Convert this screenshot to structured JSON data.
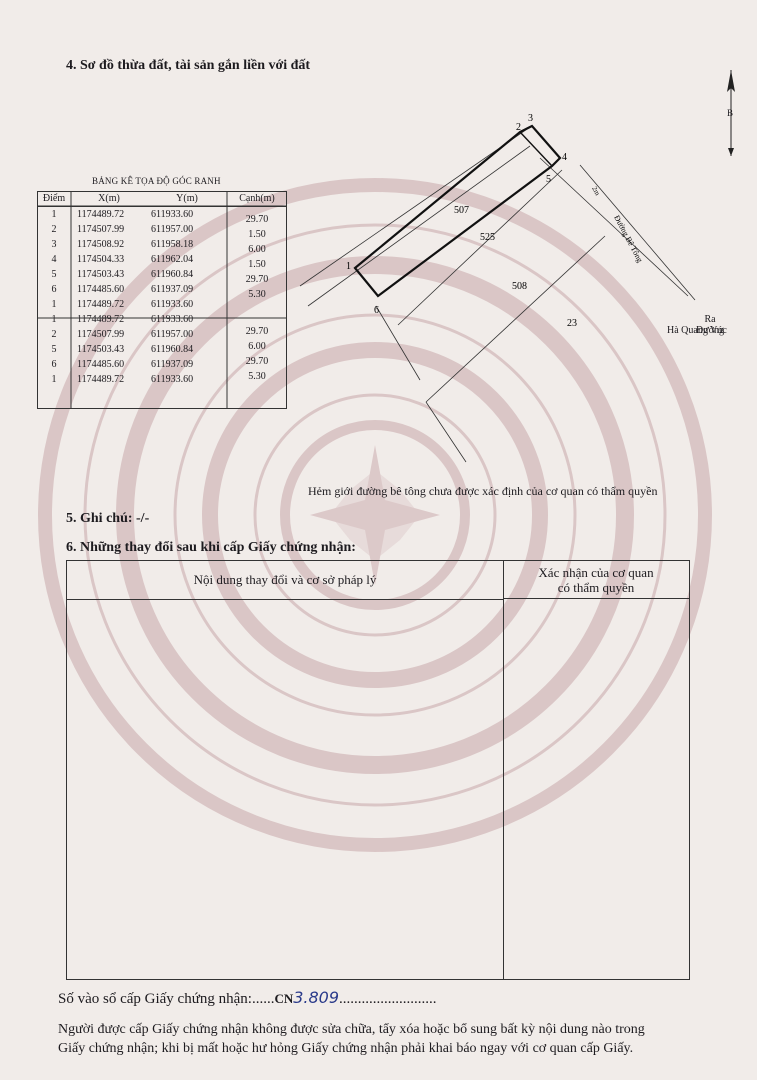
{
  "section4": {
    "title": "4. Sơ đồ thừa đất, tài sản gắn liền với đất"
  },
  "north_arrow": {
    "letter": "B"
  },
  "coord_table": {
    "caption": "BẢNG KÊ TỌA ĐỘ GÓC RANH",
    "headers": [
      "Điểm",
      "X(m)",
      "Y(m)",
      "Cạnh(m)"
    ],
    "rows_group1": [
      {
        "pt": "1",
        "x": "1174489.72",
        "y": "611933.60"
      },
      {
        "pt": "2",
        "x": "1174507.99",
        "y": "611957.00"
      },
      {
        "pt": "3",
        "x": "1174508.92",
        "y": "611958.18"
      },
      {
        "pt": "4",
        "x": "1174504.33",
        "y": "611962.04"
      },
      {
        "pt": "5",
        "x": "1174503.43",
        "y": "611960.84"
      },
      {
        "pt": "6",
        "x": "1174485.60",
        "y": "611937.09"
      },
      {
        "pt": "1",
        "x": "1174489.72",
        "y": "611933.60"
      }
    ],
    "edges_group1": [
      "29.70",
      "1.50",
      "6.00",
      "1.50",
      "29.70",
      "5.30"
    ],
    "rows_group2": [
      {
        "pt": "1",
        "x": "1174489.72",
        "y": "611933.60"
      },
      {
        "pt": "2",
        "x": "1174507.99",
        "y": "611957.00"
      },
      {
        "pt": "5",
        "x": "1174503.43",
        "y": "611960.84"
      },
      {
        "pt": "6",
        "x": "1174485.60",
        "y": "611937.09"
      },
      {
        "pt": "1",
        "x": "1174489.72",
        "y": "611933.60"
      }
    ],
    "edges_group2": [
      "29.70",
      "6.00",
      "29.70",
      "5.30"
    ]
  },
  "plot": {
    "vertex_labels": [
      "1",
      "2",
      "3",
      "4",
      "5",
      "6"
    ],
    "parcel_labels": [
      "507",
      "525",
      "508",
      "23"
    ],
    "road_name": "Đường Bê Tông",
    "road_width": "2m",
    "exit_label_line1": "Ra Đường",
    "exit_label_line2": "Hà Quang Vóc",
    "alley_note": "Hẻm giới đường bê tông chưa được xác định của cơ quan có thẩm quyền"
  },
  "section5": {
    "title": "5. Ghi chú: -/-"
  },
  "section6": {
    "title": "6. Những thay đổi sau khi cấp Giấy chứng nhận:",
    "col_left": "Nội dung thay đổi và cơ sở pháp lý",
    "col_right_line1": "Xác nhận của cơ quan",
    "col_right_line2": "có thẩm quyền"
  },
  "registry": {
    "label": "Số vào sổ cấp Giấy chứng nhận:",
    "prefix": "CN",
    "number": "3.809"
  },
  "footer": {
    "line1": "Người được cấp Giấy chứng nhận không được sửa chữa, tẩy xóa hoặc bổ sung bất kỳ nội dung nào trong",
    "line2": "Giấy chứng nhận; khi bị mất hoặc hư hỏng Giấy chứng nhận phải khai báo ngay với cơ quan cấp Giấy."
  },
  "colors": {
    "paper": "#f1ece9",
    "emblem": "#c7a2a6",
    "ink": "#1d1b1f"
  }
}
